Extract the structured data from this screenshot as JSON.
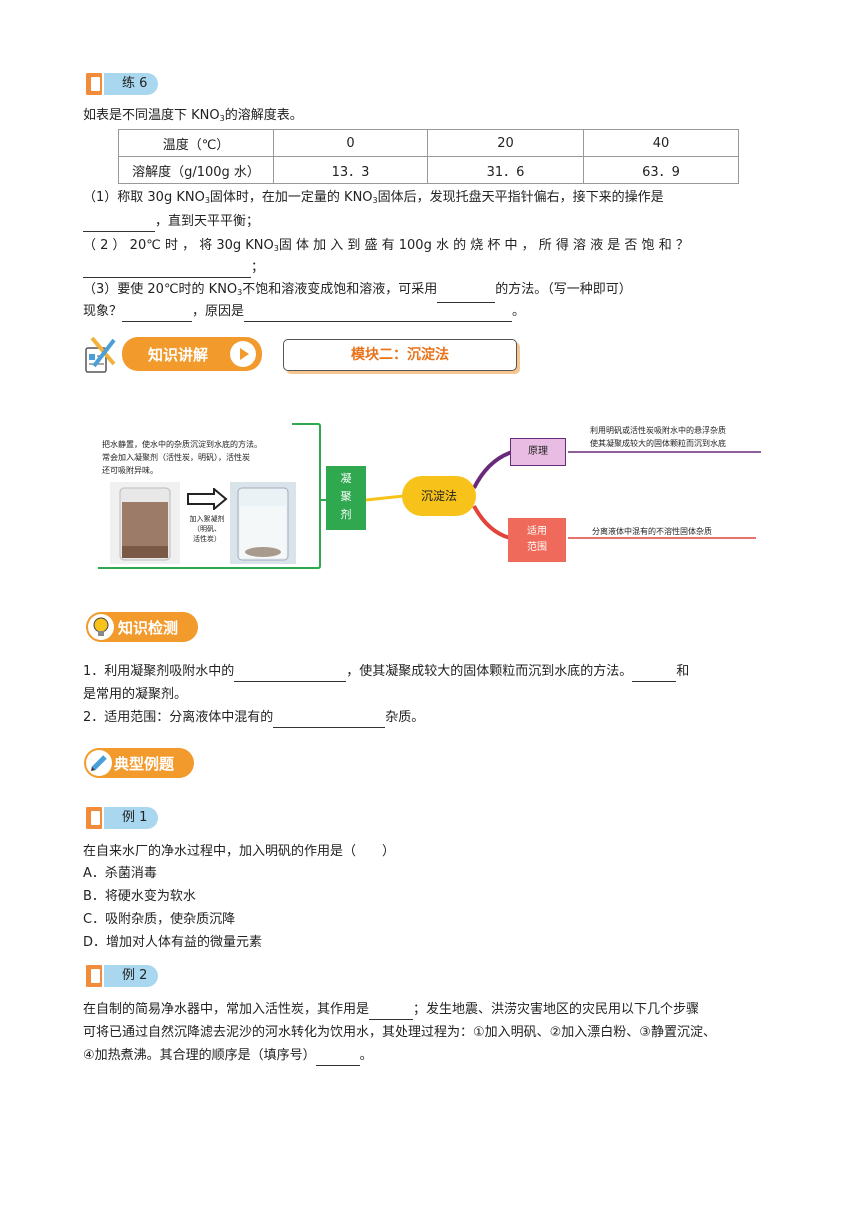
{
  "practice6": {
    "tag": "练 6",
    "intro_pre": "如表是不同温度下 KNO",
    "intro_sub": "3",
    "intro_post": "的溶解度表。",
    "table": {
      "row1": [
        "温度（℃）",
        "0",
        "20",
        "40"
      ],
      "row2": [
        "溶解度（g/100g 水）",
        "13．3",
        "31．6",
        "63．9"
      ]
    },
    "q1_a": "（1）称取 30g KNO",
    "q1_sub": "3",
    "q1_b": "固体时，在加一定量的 KNO",
    "q1_c": "固体后，发现托盘天平指针偏右，接下来的操作是",
    "q1_line2": "，直到天平平衡；",
    "q2_a": "（ 2 ）  20℃ 时 ，  将  30g  KNO",
    "q2_b": "固 体 加 入 到 盛 有  100g  水 的 烧 杯 中 ， 所 得 溶 液 是 否 饱 和 ？",
    "q2_end": "；",
    "q3_a": "（3）要使 20℃时的 KNO",
    "q3_b": "不饱和溶液变成饱和溶液，可采用",
    "q3_c": "的方法。（写一种即可）",
    "q3_line2a": "现象？",
    "q3_line2b": "，原因是",
    "q3_line2c": "。"
  },
  "knowledge_banner": {
    "label": "知识讲解",
    "module": "模块二：沉淀法"
  },
  "mindmap": {
    "desc": [
      "把水静置，使水中的杂质沉淀到水底的方法。",
      "常会加入凝聚剂（活性炭，明矾），活性炭",
      "还可吸附异味。"
    ],
    "arrow_label": [
      "加入絮凝剂",
      "（明矾、",
      "活性炭）"
    ],
    "green_node": [
      "凝",
      "聚",
      "剂"
    ],
    "center": "沉淀法",
    "principle": "原理",
    "principle_text": [
      "利用明矾或活性炭吸附水中的悬浮杂质",
      "使其凝聚成较大的固体颗粒而沉到水底"
    ],
    "scope": [
      "适用",
      "范围"
    ],
    "scope_text": "分离液体中混有的不溶性固体杂质"
  },
  "check_banner": {
    "label": "知识检测"
  },
  "check": {
    "l1a": "1．利用凝聚剂吸附水中的",
    "l1b": "，使其凝聚成较大的固体颗粒而沉到水底的方法。",
    "l1c": "和",
    "l2": "是常用的凝聚剂。",
    "l3a": "2．适用范围：分离液体中混有的",
    "l3b": "杂质。"
  },
  "example_banner": {
    "label": "典型例题"
  },
  "example1": {
    "tag": "例 1",
    "question": "在自来水厂的净水过程中，加入明矾的作用是（　　）",
    "options": [
      "A．杀菌消毒",
      "B．将硬水变为软水",
      "C．吸附杂质，使杂质沉降",
      "D．增加对人体有益的微量元素"
    ]
  },
  "example2": {
    "tag": "例 2",
    "l1a": "在自制的简易净水器中，常加入活性炭，其作用是",
    "l1b": "；发生地震、洪涝灾害地区的灾民用以下几个步骤",
    "l2": "可将已通过自然沉降滤去泥沙的河水转化为饮用水，其处理过程为：①加入明矾、②加入漂白粉、③静置沉淀、",
    "l3a": "④加热煮沸。其合理的顺序是（填序号）",
    "l3b": "。"
  },
  "colors": {
    "orange": "#f39a2c",
    "tag_blue": "#a8d7ef",
    "green": "#2fa84f",
    "purple": "#6a2a7a",
    "red": "#e2443c",
    "yellow": "#f7c21a"
  }
}
